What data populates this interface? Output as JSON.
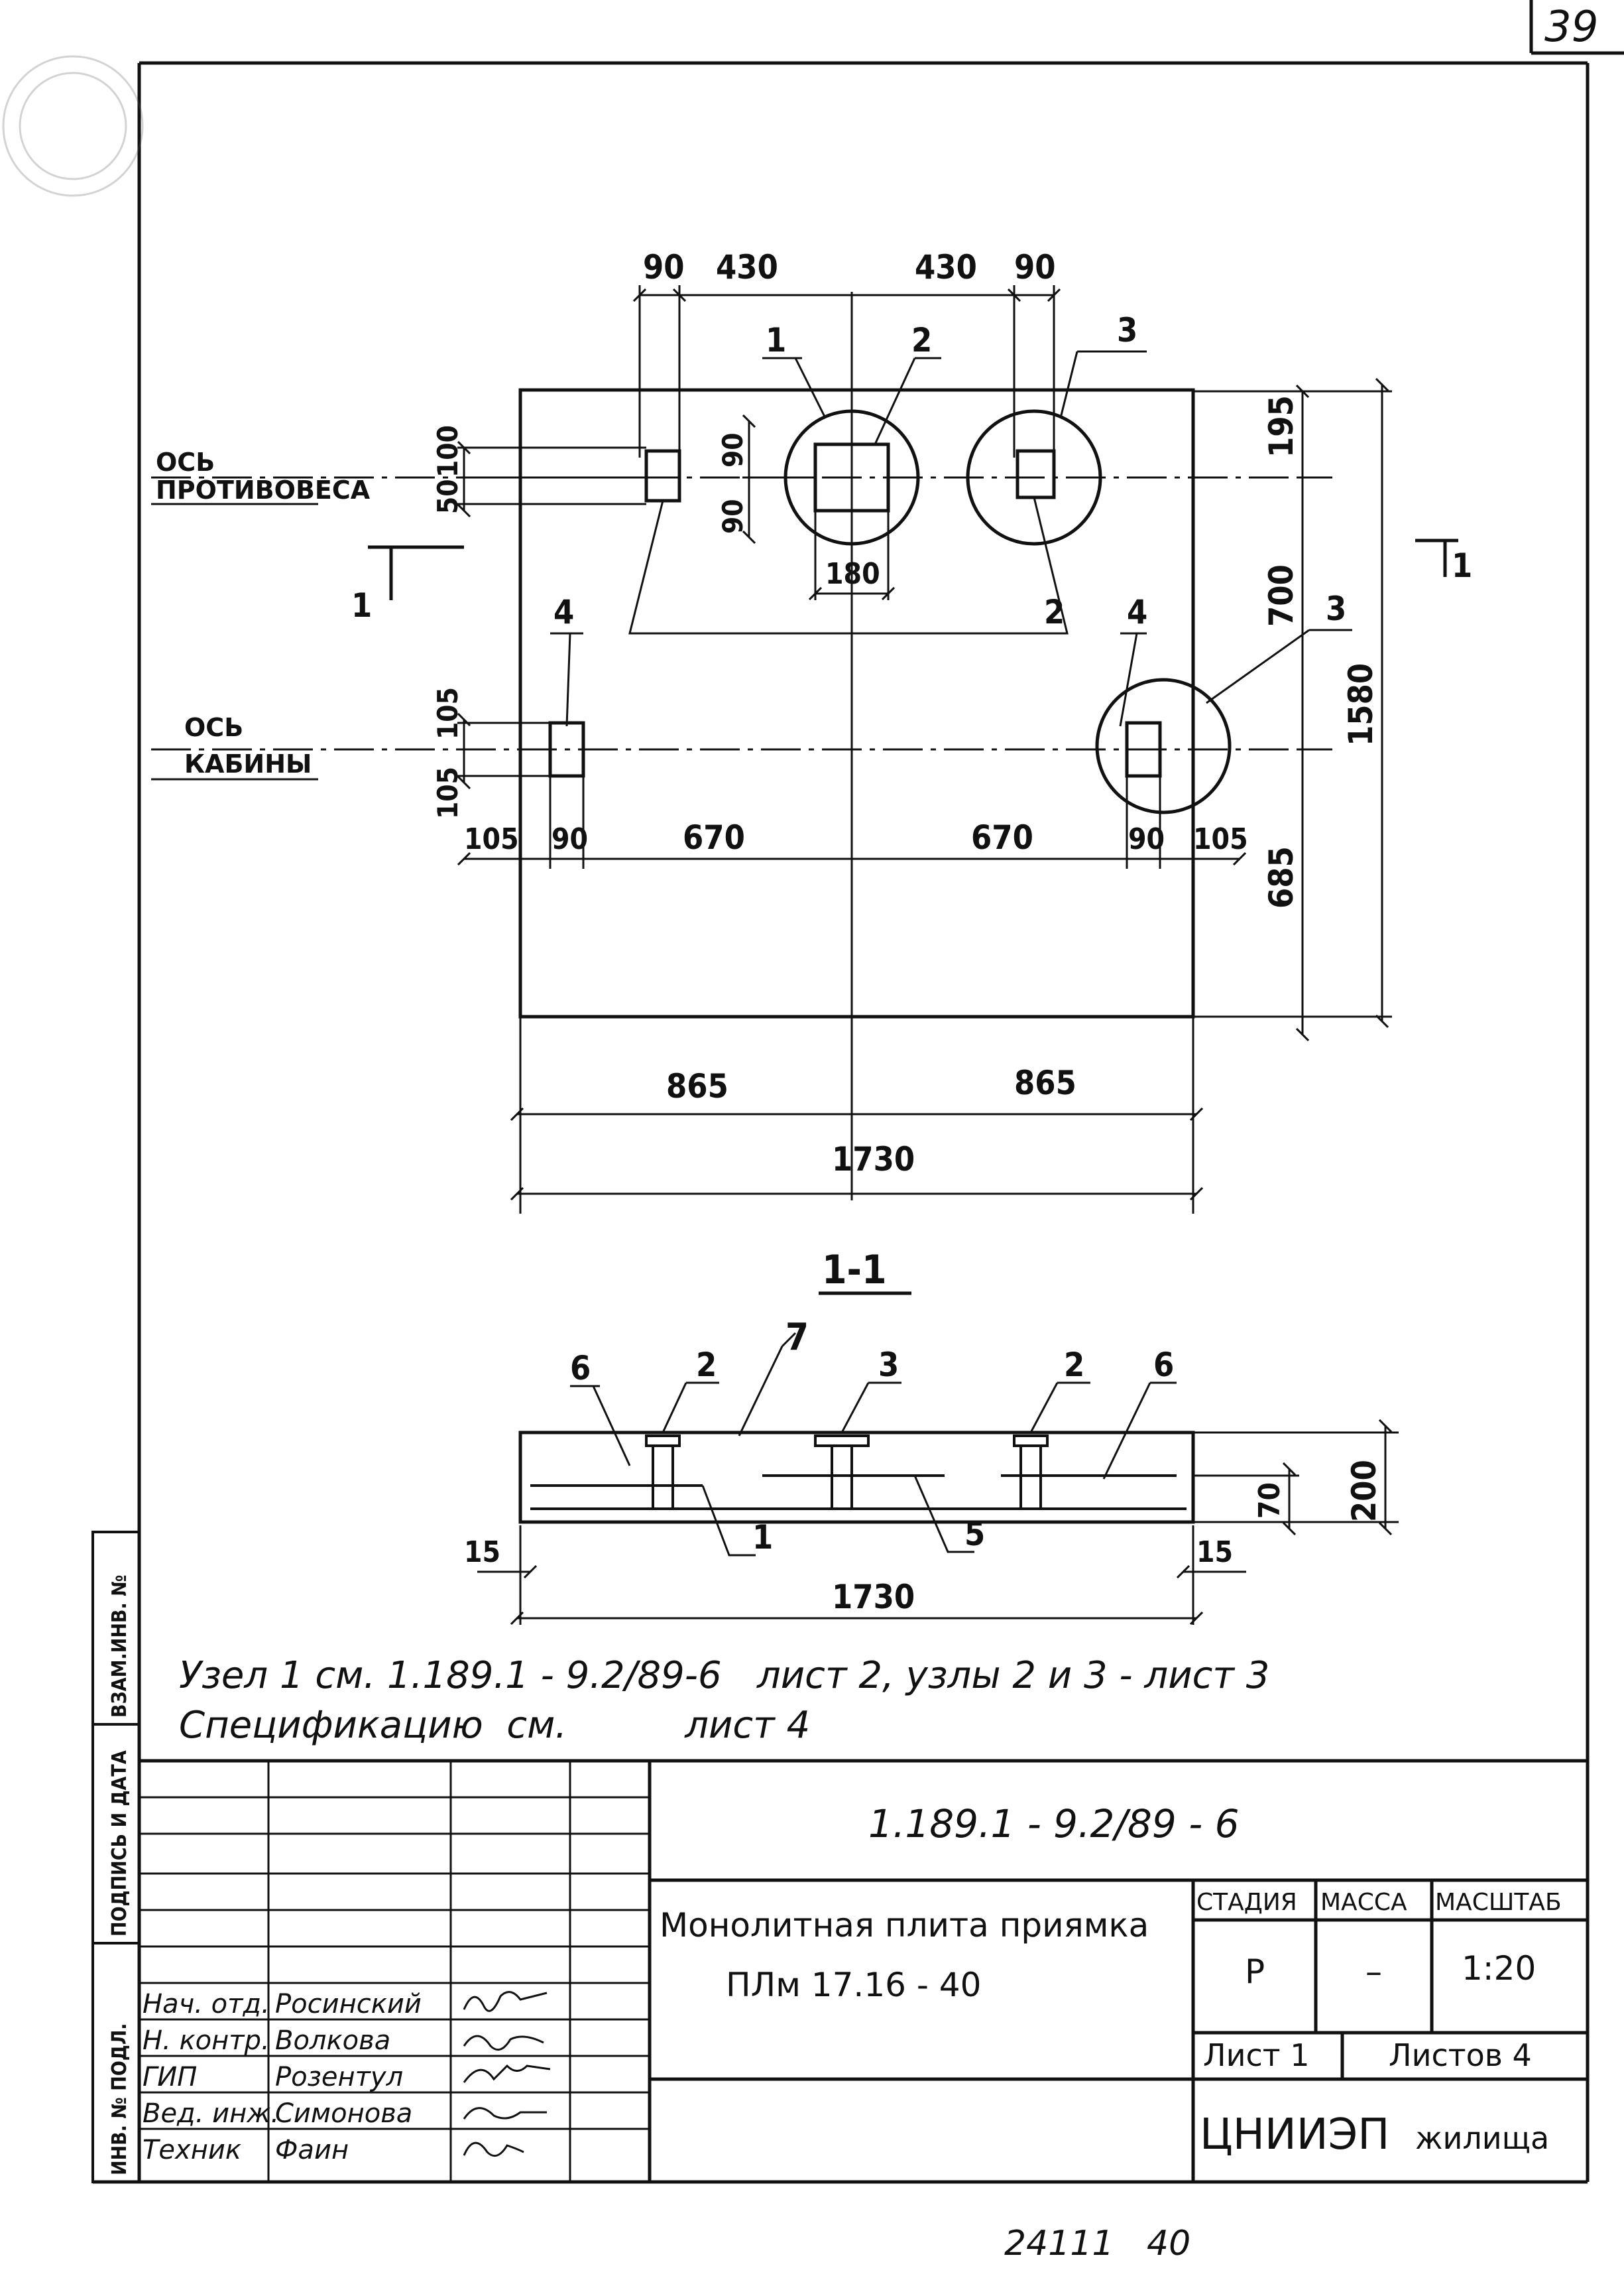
{
  "sheet_number": "39",
  "plan": {
    "dims_top": [
      "90",
      "430",
      "430",
      "90"
    ],
    "axis_counterweight": [
      "ОСЬ",
      "ПРОТИВОВЕСА"
    ],
    "axis_cabin": [
      "ОСЬ",
      "КАБИНЫ"
    ],
    "left_small_dims": [
      "100",
      "50",
      "105",
      "105"
    ],
    "opening_dims": [
      "90",
      "90",
      "180"
    ],
    "right_dims": [
      "195",
      "700",
      "1580",
      "685"
    ],
    "bottom_inner_dims": [
      "105",
      "90",
      "670",
      "670",
      "90",
      "105"
    ],
    "bottom_dims": [
      "865",
      "865",
      "1730"
    ],
    "callouts": [
      "1",
      "2",
      "3",
      "2",
      "4",
      "4",
      "3"
    ],
    "section_marks": [
      "1",
      "1"
    ]
  },
  "section": {
    "title": "1-1",
    "callouts": [
      "6",
      "2",
      "7",
      "3",
      "2",
      "6",
      "1",
      "5"
    ],
    "dims": [
      "15",
      "15",
      "1730",
      "70",
      "200"
    ]
  },
  "notes": {
    "line1": "Узел 1 см. 1.189.1 - 9.2/89-6   лист 2, узлы 2 и 3 - лист 3",
    "line2": "Спецификацию  см.          лист 4"
  },
  "side_stamp": {
    "label1": "ВЗАМ.ИНВ. №",
    "label2": "ПОДПИСЬ И ДАТА",
    "label3": "ИНВ. № ПОДЛ."
  },
  "title_block": {
    "doc_code": "1.189.1 - 9.2/89 - 6",
    "title_line1": "Монолитная плита приямка",
    "title_line2": "ПЛм 17.16 - 40",
    "stage_header": "СТАДИЯ",
    "mass_header": "МАССА",
    "scale_header": "МАСШТАБ",
    "stage": "Р",
    "mass": "–",
    "scale": "1:20",
    "sheet": "Лист 1",
    "sheets": "Листов 4",
    "org_main": "ЦНИИЭП",
    "org_sub": "жилища",
    "staff": [
      {
        "role": "Нач. отд.",
        "name": "Росинский"
      },
      {
        "role": "Н. контр.",
        "name": "Волкова"
      },
      {
        "role": "ГИП",
        "name": "Розентул"
      },
      {
        "role": "Вед. инж.",
        "name": "Симонова"
      },
      {
        "role": "Техник",
        "name": "Фаин"
      }
    ]
  },
  "footer_number": "24111   40"
}
